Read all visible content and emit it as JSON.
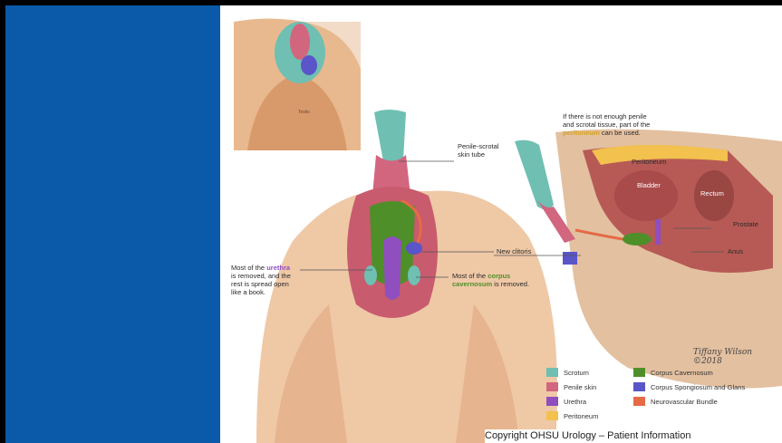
{
  "slide": {
    "side_band_color": "#0a5aa9",
    "copyright": "Copyright OHSU Urology – Patient Information"
  },
  "illustration": {
    "callouts": {
      "peritoneum_note_1": "If there is not enough penile",
      "peritoneum_note_2": "and scrotal tissue, part of the",
      "peritoneum_note_3a": "peritoneum",
      "peritoneum_note_3b": " can be used.",
      "skin_tube_1": "Penile-scrotal",
      "skin_tube_2": "skin tube",
      "urethra_1a": "Most of the ",
      "urethra_1b": "urethra",
      "urethra_2": "is removed, and the",
      "urethra_3": "rest is spread open",
      "urethra_4": "like a book.",
      "new_clitoris": "New clitoris",
      "corpus_1a": "Most of the ",
      "corpus_1b": "corpus",
      "corpus_2a": "cavernosum",
      "corpus_2b": " is removed.",
      "inset_label": "Testis"
    },
    "anatomy_labels": {
      "peritoneum": "Peritoneum",
      "bladder": "Bladder",
      "rectum": "Rectum",
      "prostate": "Prostate",
      "anus": "Anus"
    },
    "signature": "Tiffany Wilson ©2018"
  },
  "legend": [
    {
      "label": "Scrotum",
      "color": "#6fbfb2"
    },
    {
      "label": "Penile skin",
      "color": "#d2667e"
    },
    {
      "label": "Urethra",
      "color": "#8f4fbf"
    },
    {
      "label": "Peritoneum",
      "color": "#f2c14e"
    },
    {
      "label": "Corpus Cavernosum",
      "color": "#4f8f2a"
    },
    {
      "label": "Corpus Spongiosum and Glans",
      "color": "#5a55c8"
    },
    {
      "label": "Neurovascular Bundle",
      "color": "#e56a45"
    }
  ]
}
